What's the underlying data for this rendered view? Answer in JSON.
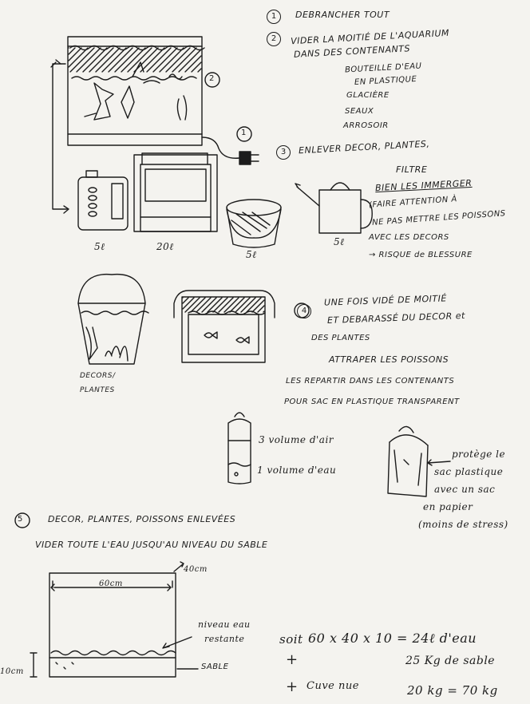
{
  "steps": {
    "s1": {
      "number": "1",
      "text": "DEBRANCHER TOUT"
    },
    "s2": {
      "number": "2",
      "line1": "VIDER LA MOITIÉ DE L'AQUARIUM",
      "line2": "DANS DES CONTENANTS"
    },
    "containers": [
      "BOUTEILLE D'EAU",
      "EN PLASTIQUE",
      "GLACIÈRE",
      "SEAUX",
      "ARROSOIR"
    ],
    "s3": {
      "number": "3",
      "line1": "ENLEVER DECOR, PLANTES,",
      "line2": "FILTRE",
      "line3": "BIEN LES IMMERGER",
      "line4": "(FAIRE ATTENTION À",
      "line5": "NE PAS METTRE LES POISSONS",
      "line6": "AVEC LES DECORS",
      "line7": "→ RISQUE de BLESSURE"
    },
    "s4": {
      "number": "4",
      "line1": "UNE FOIS VIDÉ DE MOITIÉ",
      "line2": "ET DEBARASSÉ DU DECOR et",
      "line3": "DES PLANTES",
      "line4": "ATTRAPER LES POISSONS",
      "line5": "LES REPARTIR DANS LES CONTENANTS",
      "line6": "POUR SAC EN PLASTIQUE TRANSPARENT"
    },
    "s5": {
      "number": "5",
      "line1": "DECOR, PLANTES, POISSONS ENLEVÉES",
      "line2": "VIDER TOUTE L'EAU JUSQU'AU NIVEAU DU SABLE"
    }
  },
  "labels": {
    "marker1": "1",
    "marker2": "2",
    "bottle_vol": "5ℓ",
    "cooler_vol": "20ℓ",
    "bucket_vol": "5ℓ",
    "can_vol": "5ℓ",
    "decor_label1": "DECORS/",
    "decor_label2": "PLANTES",
    "air": "3 volume d'air",
    "water": "1 volume d'eau",
    "protect1": "protège le",
    "protect2": "sac plastique",
    "protect3": "avec un sac",
    "protect4": "en papier",
    "protect5": "(moins de stress)",
    "width": "60cm",
    "depth": "40cm",
    "height": "10cm",
    "level1": "niveau eau",
    "level2": "restante",
    "sand": "SABLE"
  },
  "calc": {
    "l1a": "soit",
    "l1b": "60 x 40 x 10 = 24ℓ d'eau",
    "plus1": "+",
    "l2": "25 Kg de sable",
    "plus2": "+",
    "l3a": "Cuve nue",
    "l3b": "20 kg = 70 kg"
  }
}
